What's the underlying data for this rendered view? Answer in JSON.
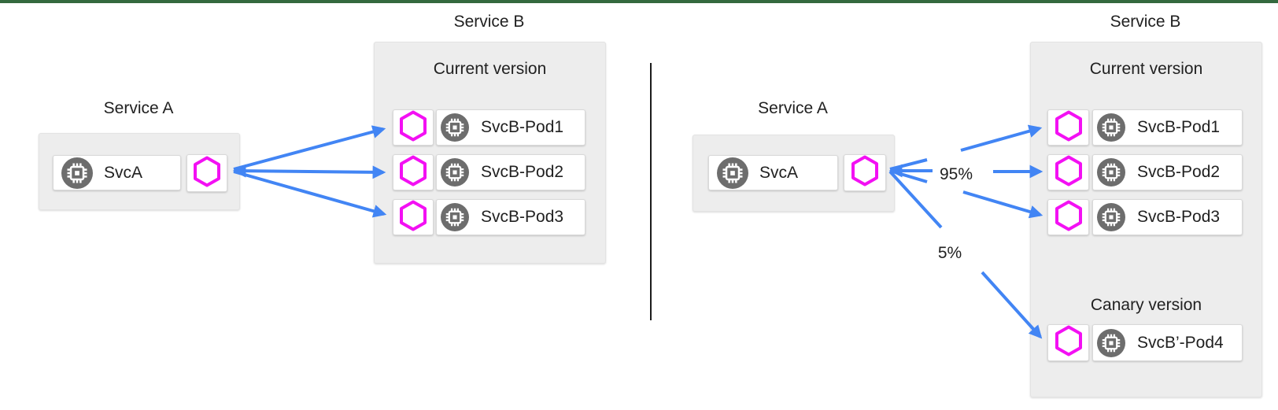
{
  "colors": {
    "top_bar_green": "#34693e",
    "arrow_blue": "#4285f4",
    "proxy_magenta": "#f310f3",
    "node_circle_gray": "#6d6d6d",
    "panel_gray": "#ededed",
    "divider_black": "#1b1b1b"
  },
  "left": {
    "service_a_title": "Service A",
    "service_a_node": "SvcA",
    "service_b_title": "Service B",
    "current_version_label": "Current version",
    "pods": [
      "SvcB-Pod1",
      "SvcB-Pod2",
      "SvcB-Pod3"
    ]
  },
  "right": {
    "service_a_title": "Service A",
    "service_a_node": "SvcA",
    "service_b_title": "Service B",
    "current_version_label": "Current version",
    "current_pods": [
      "SvcB-Pod1",
      "SvcB-Pod2",
      "SvcB-Pod3"
    ],
    "canary_version_label": "Canary  version",
    "canary_pod": "SvcB’-Pod4",
    "traffic_split": {
      "current": "95%",
      "canary": "5%"
    }
  }
}
